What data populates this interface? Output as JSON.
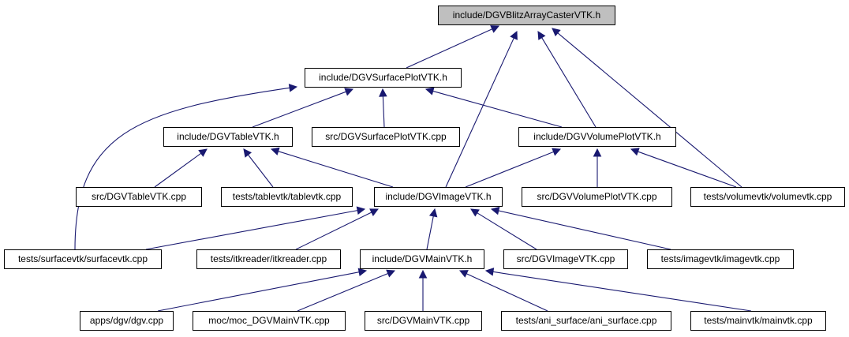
{
  "nodes": {
    "root": "include/DGVBlitzArrayCasterVTK.h",
    "surfaceplot_h": "include/DGVSurfacePlotVTK.h",
    "table_h": "include/DGVTableVTK.h",
    "surfaceplot_cpp": "src/DGVSurfacePlotVTK.cpp",
    "volumeplot_h": "include/DGVVolumePlotVTK.h",
    "table_cpp": "src/DGVTableVTK.cpp",
    "tablevtk_cpp": "tests/tablevtk/tablevtk.cpp",
    "image_h": "include/DGVImageVTK.h",
    "volumeplot_cpp": "src/DGVVolumePlotVTK.cpp",
    "volumevtk_cpp": "tests/volumevtk/volumevtk.cpp",
    "surfacevtk_cpp": "tests/surfacevtk/surfacevtk.cpp",
    "itkreader_cpp": "tests/itkreader/itkreader.cpp",
    "main_h": "include/DGVMainVTK.h",
    "image_cpp": "src/DGVImageVTK.cpp",
    "imagevtk_cpp": "tests/imagevtk/imagevtk.cpp",
    "dgv_cpp": "apps/dgv/dgv.cpp",
    "moc_cpp": "moc/moc_DGVMainVTK.cpp",
    "main_cpp": "src/DGVMainVTK.cpp",
    "ani_surface_cpp": "tests/ani_surface/ani_surface.cpp",
    "mainvtk_cpp": "tests/mainvtk/mainvtk.cpp"
  },
  "colors": {
    "edge": "#191970",
    "root_fill": "#bfbfbf",
    "node_fill": "#ffffff"
  }
}
